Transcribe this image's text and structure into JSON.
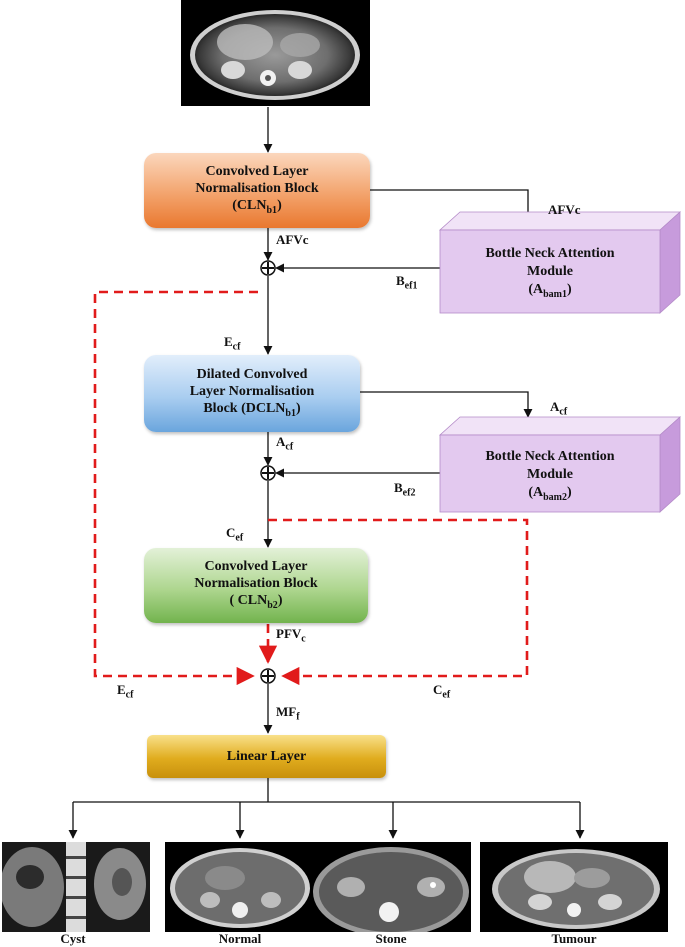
{
  "blocks": {
    "cln_b1": {
      "line1": "Convolved Layer",
      "line2": "Normalisation Block",
      "open": "(CLN",
      "sub": "b1",
      "close": ")"
    },
    "dcln_b1": {
      "line1": "Dilated Convolved",
      "line2": "Layer Normalisation",
      "line3_pre": "Block (DCLN",
      "sub": "b1",
      "close": ")"
    },
    "cln_b2": {
      "line1": "Convolved Layer",
      "line2": "Normalisation Block",
      "open": "( CLN",
      "sub": "b2",
      "close": ")"
    },
    "linear": {
      "label": "Linear Layer"
    }
  },
  "attention": {
    "bam1": {
      "line1": "Bottle Neck Attention",
      "line2": "Module",
      "open": "(A",
      "sub": "bam1",
      "close": ")"
    },
    "bam2": {
      "line1": "Bottle Neck Attention",
      "line2": "Module",
      "open": "(A",
      "sub": "bam2",
      "close": ")"
    }
  },
  "labels": {
    "afvc_right": "AFVc",
    "afvc_down": "AFVc",
    "bef1": {
      "base": "B",
      "sub": "ef1"
    },
    "ecf_top": {
      "base": "E",
      "sub": "cf"
    },
    "acf_right": {
      "base": "A",
      "sub": "cf"
    },
    "acf_down": {
      "base": "A",
      "sub": "cf"
    },
    "bef2": {
      "base": "B",
      "sub": "ef2"
    },
    "cef_top": {
      "base": "C",
      "sub": "ef"
    },
    "pfvc": {
      "base": "PFV",
      "sub": "c"
    },
    "ecf_bottom": {
      "base": "E",
      "sub": "cf"
    },
    "cef_bottom": {
      "base": "C",
      "sub": "ef"
    },
    "mff": {
      "base": "MF",
      "sub": "f"
    }
  },
  "outputs": [
    "Cyst",
    "Normal",
    "Stone",
    "Tumour"
  ],
  "colors": {
    "arrow": "#111111",
    "skip_dashed": "#e11b1b",
    "cube_face": "#e3c9ef",
    "cube_top": "#f1e3f7",
    "cube_side": "#c79bdc"
  }
}
